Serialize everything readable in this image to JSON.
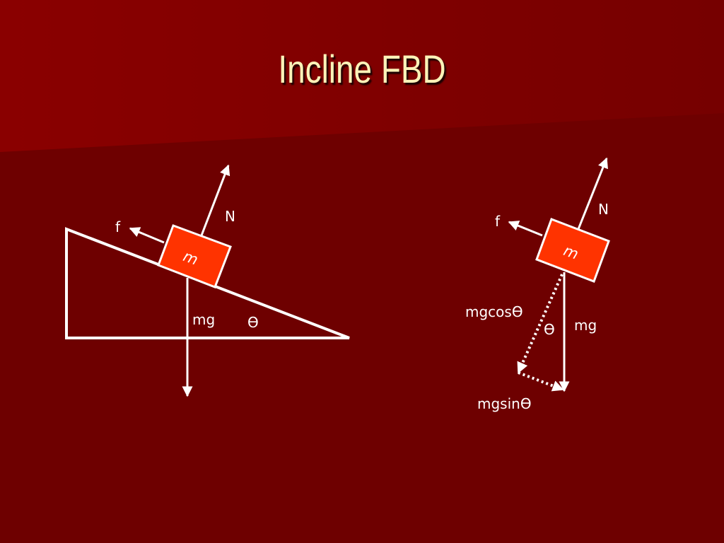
{
  "slide": {
    "title": "Incline FBD"
  },
  "colors": {
    "background_dark": "#6e0000",
    "background_light": "#8a0000",
    "title_text": "#fbf2b8",
    "block_fill": "#ff3300",
    "lines": "#ffffff"
  },
  "left_diagram": {
    "normal_label": "N",
    "friction_label": "f",
    "mass_label": "m",
    "weight_label": "mg",
    "angle_label": "Ɵ"
  },
  "right_diagram": {
    "normal_label": "N",
    "friction_label": "f",
    "mass_label": "m",
    "weight_label": "mg",
    "angle_label": "Ɵ",
    "perpendicular_component_label": "mgcosƟ",
    "parallel_component_label": "mgsinƟ"
  }
}
